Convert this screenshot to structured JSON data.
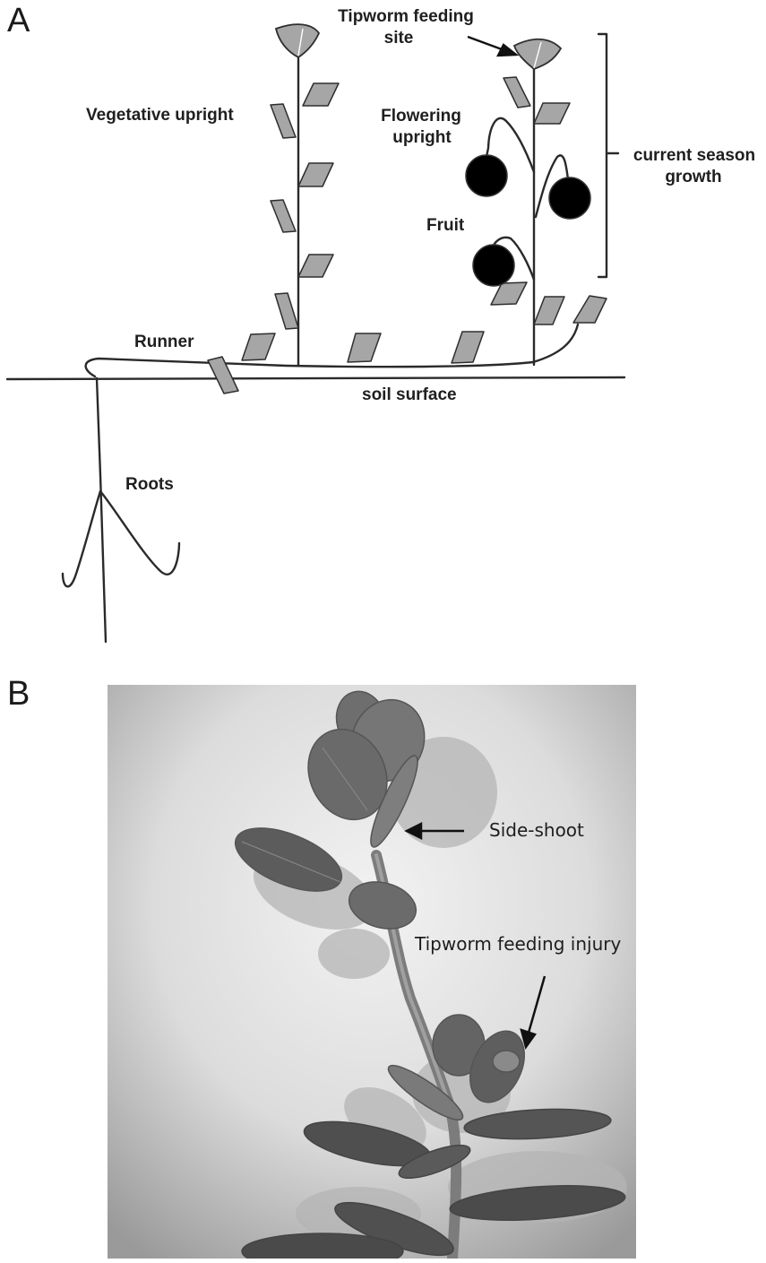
{
  "panel_a": {
    "letter": "A",
    "labels": {
      "tipworm_line1": "Tipworm feeding",
      "tipworm_line2": "site",
      "vegetative": "Vegetative upright",
      "flowering_line1": "Flowering",
      "flowering_line2": "upright",
      "current_line1": "current season",
      "current_line2": "growth",
      "fruit": "Fruit",
      "runner": "Runner",
      "soil": "soil surface",
      "roots": "Roots"
    },
    "colors": {
      "leaf_fill": "#a6a6a6",
      "line": "#2a2a2a",
      "fruit": "#000000"
    }
  },
  "panel_b": {
    "letter": "B",
    "labels": {
      "side_shoot": "Side-shoot",
      "injury": "Tipworm feeding injury"
    }
  }
}
